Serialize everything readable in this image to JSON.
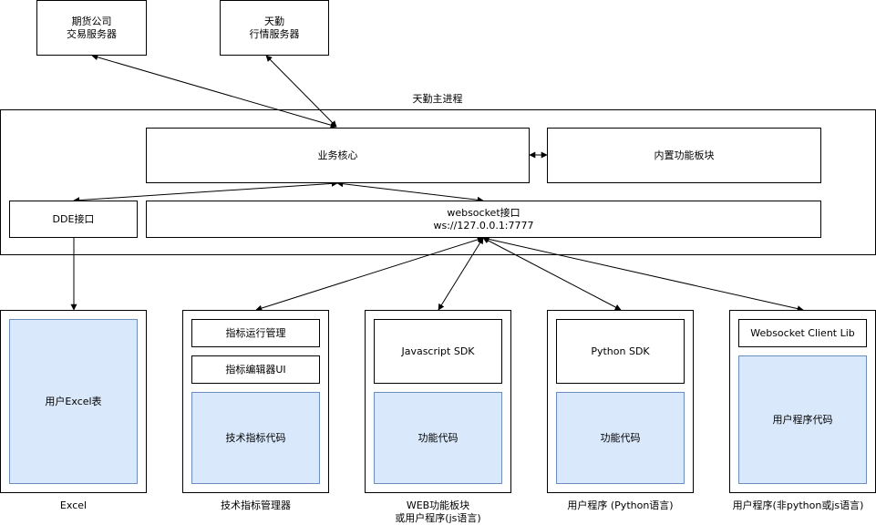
{
  "servers": {
    "futures": "期货公司\n交易服务器",
    "tianqin_quote": "天勤\n行情服务器"
  },
  "main_process": {
    "title": "天勤主进程",
    "core": "业务核心",
    "builtin": "内置功能板块",
    "dde": "DDE接口",
    "websocket": "websocket接口\nws://127.0.0.1:7777"
  },
  "clients": {
    "excel": {
      "inner": "用户Excel表",
      "caption": "Excel"
    },
    "indicator": {
      "run_mgmt": "指标运行管理",
      "editor": "指标编辑器UI",
      "code": "技术指标代码",
      "caption": "技术指标管理器"
    },
    "web": {
      "sdk": "Javascript SDK",
      "code": "功能代码",
      "caption": "WEB功能板块\n或用户程序(js语言)"
    },
    "python": {
      "sdk": "Python SDK",
      "code": "功能代码",
      "caption": "用户程序 (Python语言)"
    },
    "other": {
      "lib": "Websocket Client Lib",
      "code": "用户程序代码",
      "caption": "用户程序(非python或js语言)"
    }
  },
  "colors": {
    "stroke": "#000000",
    "inner_fill": "#dae8fc",
    "inner_stroke": "#6c8ebf"
  }
}
